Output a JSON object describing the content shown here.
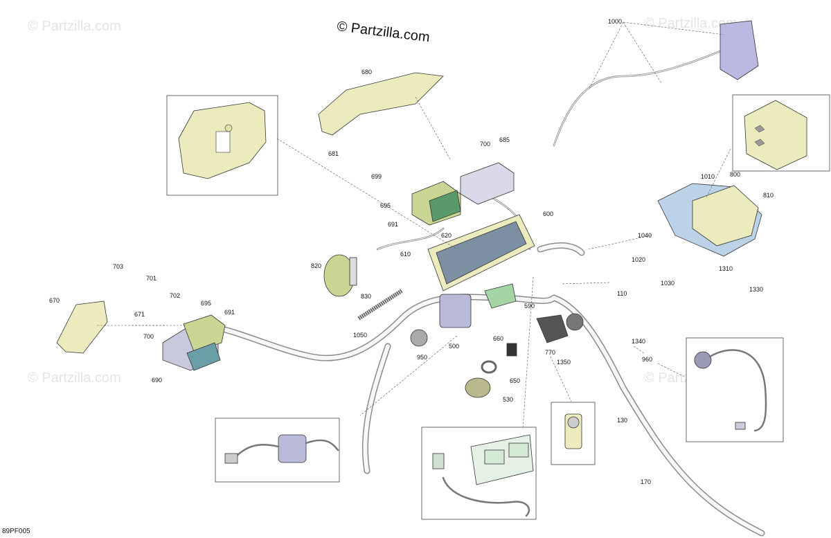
{
  "watermark": {
    "copyright": "© Partzilla.com",
    "faded_text": "© Partzilla.com"
  },
  "diagram_ref": "89PF005",
  "callouts": [
    {
      "id": "c1000",
      "text": "1000"
    },
    {
      "id": "c680",
      "text": "680"
    },
    {
      "id": "c681",
      "text": "681"
    },
    {
      "id": "c700a",
      "text": "700"
    },
    {
      "id": "c685",
      "text": "685"
    },
    {
      "id": "c699",
      "text": "699"
    },
    {
      "id": "c695a",
      "text": "695"
    },
    {
      "id": "c691a",
      "text": "691"
    },
    {
      "id": "c620",
      "text": "620"
    },
    {
      "id": "c600",
      "text": "600"
    },
    {
      "id": "c610",
      "text": "610"
    },
    {
      "id": "c820",
      "text": "820"
    },
    {
      "id": "c830",
      "text": "830"
    },
    {
      "id": "c1010",
      "text": "1010"
    },
    {
      "id": "c800",
      "text": "800"
    },
    {
      "id": "c810",
      "text": "810"
    },
    {
      "id": "c1040",
      "text": "1040"
    },
    {
      "id": "c1020",
      "text": "1020"
    },
    {
      "id": "c1030",
      "text": "1030"
    },
    {
      "id": "c1310",
      "text": "1310"
    },
    {
      "id": "c1330",
      "text": "1330"
    },
    {
      "id": "c110",
      "text": "110"
    },
    {
      "id": "c703",
      "text": "703"
    },
    {
      "id": "c701",
      "text": "701"
    },
    {
      "id": "c702",
      "text": "702"
    },
    {
      "id": "c670",
      "text": "670"
    },
    {
      "id": "c671",
      "text": "671"
    },
    {
      "id": "c695b",
      "text": "695"
    },
    {
      "id": "c691b",
      "text": "691"
    },
    {
      "id": "c700b",
      "text": "700"
    },
    {
      "id": "c690",
      "text": "690"
    },
    {
      "id": "c1050",
      "text": "1050"
    },
    {
      "id": "c500",
      "text": "500"
    },
    {
      "id": "c590",
      "text": "590"
    },
    {
      "id": "c950",
      "text": "950"
    },
    {
      "id": "c660",
      "text": "660"
    },
    {
      "id": "c650",
      "text": "650"
    },
    {
      "id": "c530",
      "text": "530"
    },
    {
      "id": "c770",
      "text": "770"
    },
    {
      "id": "c1350",
      "text": "1350"
    },
    {
      "id": "c1340",
      "text": "1340"
    },
    {
      "id": "c960",
      "text": "960"
    },
    {
      "id": "c130",
      "text": "130"
    },
    {
      "id": "c170",
      "text": "170"
    }
  ]
}
